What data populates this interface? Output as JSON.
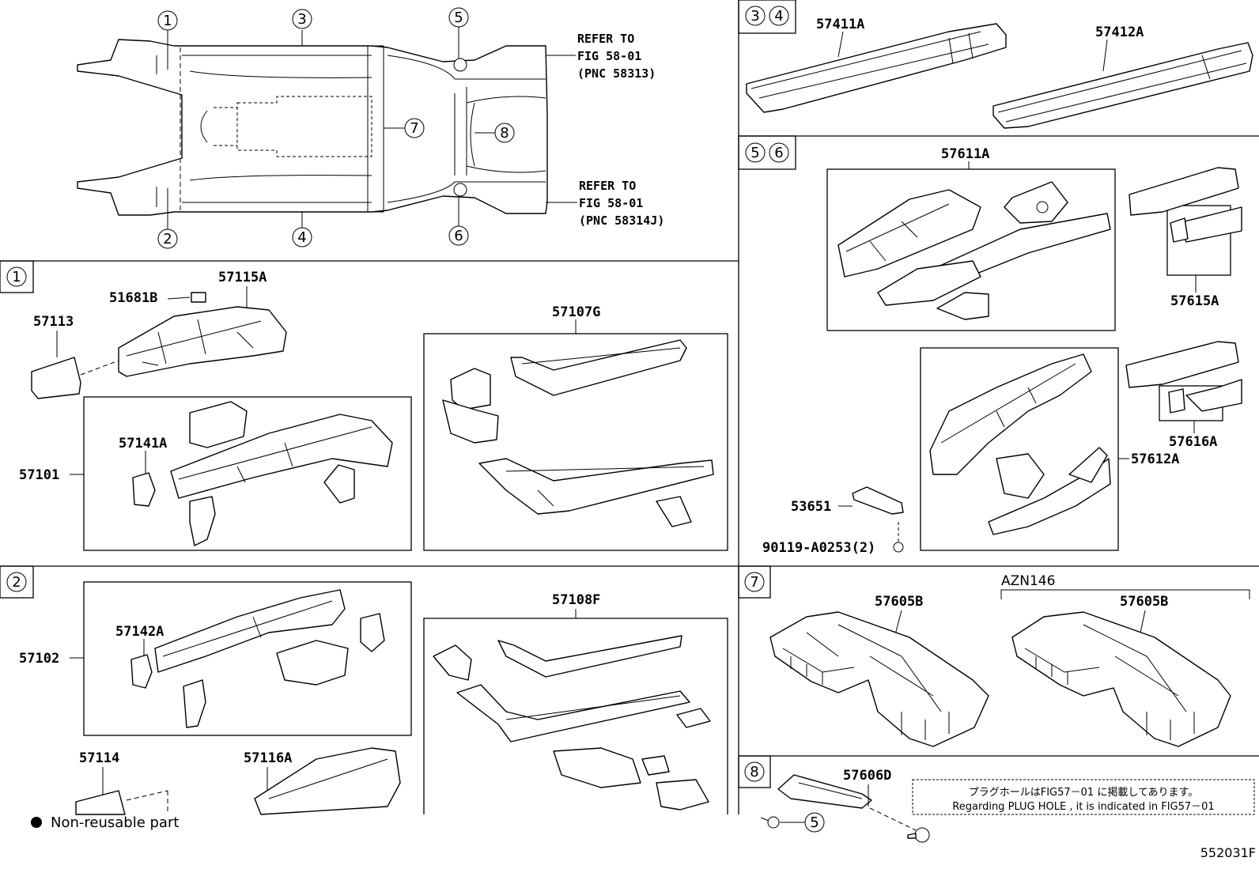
{
  "overview": {
    "callouts": [
      "1",
      "2",
      "3",
      "4",
      "5",
      "6",
      "7",
      "8"
    ],
    "refer_top": [
      "REFER TO",
      "FIG 58-01",
      "(PNC 58313)"
    ],
    "refer_bottom": [
      "REFER TO",
      "FIG 58-01",
      "(PNC 58314J)"
    ]
  },
  "sections": {
    "s1": {
      "tag": "1"
    },
    "s2": {
      "tag": "2"
    },
    "s34": {
      "tag_a": "3",
      "tag_b": "4"
    },
    "s56": {
      "tag_a": "5",
      "tag_b": "6"
    },
    "s7": {
      "tag": "7",
      "variant": "AZN146"
    },
    "s8": {
      "tag": "8",
      "bolt_callout": "5"
    }
  },
  "parts": {
    "p57411A": "57411A",
    "p57412A": "57412A",
    "p57611A": "57611A",
    "p57615A": "57615A",
    "p57616A": "57616A",
    "p57612A": "57612A",
    "p53651": "53651",
    "p90119": "90119-A0253(2)",
    "p57115A": "57115A",
    "p51681B": "51681B",
    "p57113": "57113",
    "p57107G": "57107G",
    "p57141A": "57141A",
    "p57101": "57101",
    "p57108F": "57108F",
    "p57142A": "57142A",
    "p57102": "57102",
    "p57114": "57114",
    "p57116A": "57116A",
    "p57605B_1": "57605B",
    "p57605B_2": "57605B",
    "p57606D": "57606D"
  },
  "notes": {
    "plug_jp": "プラグホールはFIG57－01 に掲載してあります。",
    "plug_en": "Regarding  PLUG HOLE , it is indicated  in  FIG57－01",
    "legend": "Non-reusable part",
    "figure_code": "552031F"
  }
}
